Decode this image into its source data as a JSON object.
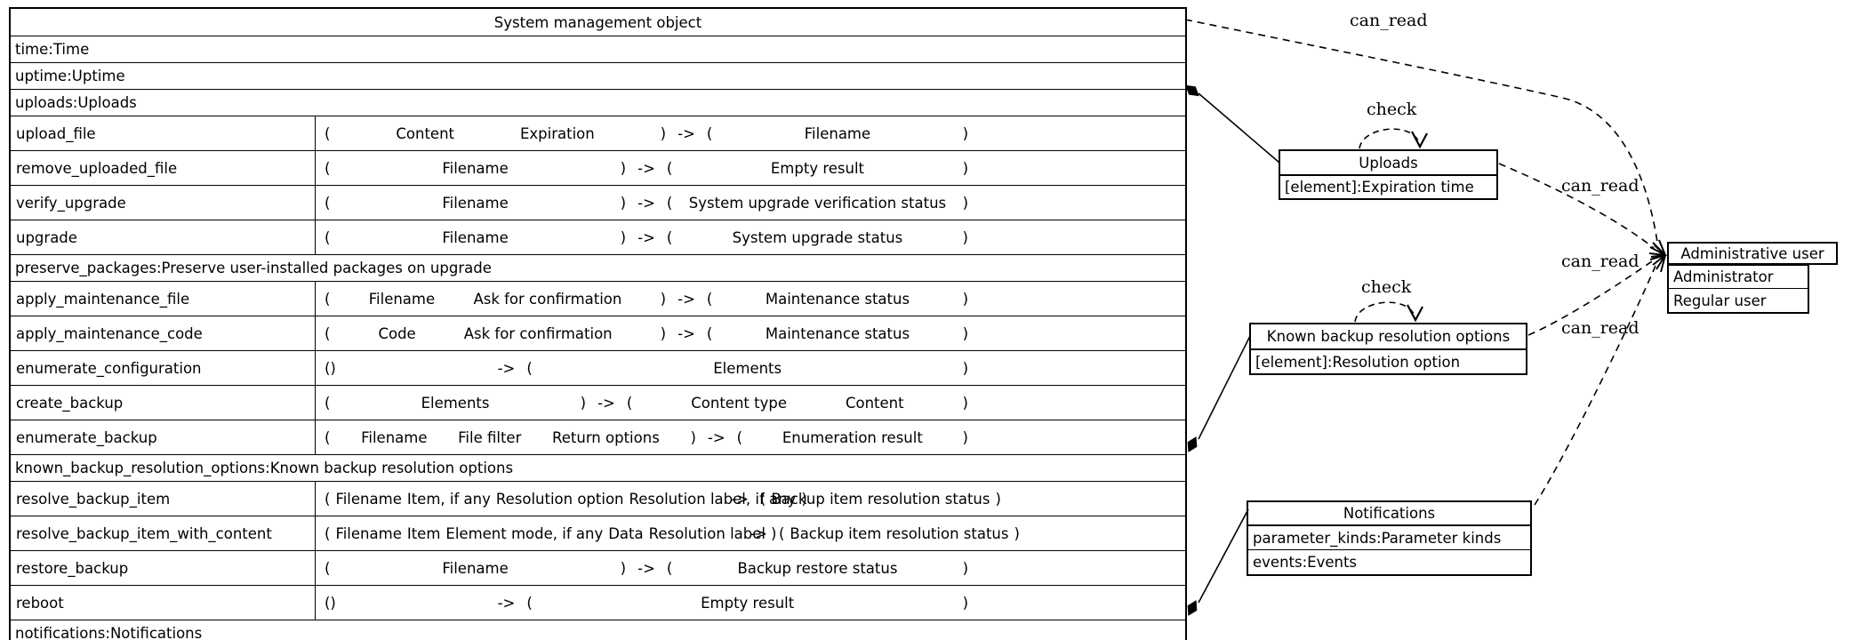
{
  "main_table": {
    "title": "System management object",
    "rows": [
      {
        "kind": "attribute",
        "text": "time:Time"
      },
      {
        "kind": "attribute",
        "text": "uptime:Uptime"
      },
      {
        "kind": "attribute",
        "text": "uploads:Uploads"
      },
      {
        "kind": "method",
        "name": "upload_file",
        "sig_in": [
          "(",
          "Content",
          "Expiration",
          ")"
        ],
        "arrow": "->",
        "sig_out": [
          "(",
          "Filename",
          ")"
        ]
      },
      {
        "kind": "method",
        "name": "remove_uploaded_file",
        "sig_in": [
          "(",
          "Filename",
          ")"
        ],
        "arrow": "->",
        "sig_out": [
          "(",
          "Empty result",
          ")"
        ]
      },
      {
        "kind": "method",
        "name": "verify_upgrade",
        "sig_in": [
          "(",
          "Filename",
          ")"
        ],
        "arrow": "->",
        "sig_out": [
          "(",
          "System upgrade verification status",
          ")"
        ]
      },
      {
        "kind": "method",
        "name": "upgrade",
        "sig_in": [
          "(",
          "Filename",
          ")"
        ],
        "arrow": "->",
        "sig_out": [
          "(",
          "System upgrade status",
          ")"
        ]
      },
      {
        "kind": "attribute",
        "text": "preserve_packages:Preserve user-installed packages on upgrade"
      },
      {
        "kind": "method",
        "name": "apply_maintenance_file",
        "sig_in": [
          "(",
          "Filename",
          "Ask for confirmation",
          ")"
        ],
        "arrow": "->",
        "sig_out": [
          "(",
          "Maintenance status",
          ")"
        ]
      },
      {
        "kind": "method",
        "name": "apply_maintenance_code",
        "sig_in": [
          "(",
          "Code",
          "Ask for confirmation",
          ")"
        ],
        "arrow": "->",
        "sig_out": [
          "(",
          "Maintenance status",
          ")"
        ]
      },
      {
        "kind": "method",
        "name": "enumerate_configuration",
        "sig_in": [
          "()"
        ],
        "arrow": "->",
        "sig_out": [
          "(",
          "Elements",
          ")"
        ]
      },
      {
        "kind": "method",
        "name": "create_backup",
        "sig_in": [
          "(",
          "Elements",
          ")"
        ],
        "arrow": "->",
        "sig_out": [
          "(",
          "Content type",
          "Content",
          ")"
        ]
      },
      {
        "kind": "method",
        "name": "enumerate_backup",
        "sig_in": [
          "(",
          "Filename",
          "File filter",
          "Return options",
          ")"
        ],
        "arrow": "->",
        "sig_out": [
          "(",
          "Enumeration result",
          ")"
        ]
      },
      {
        "kind": "attribute",
        "text": "known_backup_resolution_options:Known backup resolution options"
      },
      {
        "kind": "method",
        "name": "resolve_backup_item",
        "sig_in": [
          "(",
          "Filename",
          "Item, if any",
          "Resolution option",
          "Resolution label, if any",
          ")"
        ],
        "arrow": "->",
        "sig_out": [
          "(",
          "Backup item resolution status",
          ")"
        ]
      },
      {
        "kind": "method",
        "name": "resolve_backup_item_with_content",
        "sig_in": [
          "(",
          "Filename",
          "Item",
          "Element mode, if any",
          "Data",
          "Resolution label",
          ")"
        ],
        "arrow": "->",
        "sig_out": [
          "(",
          "Backup item resolution status",
          ")"
        ]
      },
      {
        "kind": "method",
        "name": "restore_backup",
        "sig_in": [
          "(",
          "Filename",
          ")"
        ],
        "arrow": "->",
        "sig_out": [
          "(",
          "Backup restore status",
          ")"
        ]
      },
      {
        "kind": "method",
        "name": "reboot",
        "sig_in": [
          "()"
        ],
        "arrow": "->",
        "sig_out": [
          "(",
          "Empty result",
          ")"
        ]
      },
      {
        "kind": "attribute",
        "text": "notifications:Notifications"
      }
    ]
  },
  "nodes": {
    "uploads": {
      "title": "Uploads",
      "attrs": [
        "[element]:Expiration time"
      ]
    },
    "known_backup_resolution_options": {
      "title": "Known backup resolution options",
      "attrs": [
        "[element]:Resolution option"
      ]
    },
    "notifications": {
      "title": "Notifications",
      "attrs": [
        "parameter_kinds:Parameter kinds",
        "events:Events"
      ]
    },
    "administrative_user": {
      "title": "Administrative user",
      "attrs": [
        "Administrator",
        "Regular user"
      ]
    }
  },
  "edge_labels": {
    "can_read_top": "can_read",
    "can_read_uploads": "can_read",
    "can_read_middle": "can_read",
    "can_read_bottom": "can_read",
    "check_uploads": "check",
    "check_backup": "check"
  },
  "colors": {
    "line": "#000000",
    "background": "#ffffff"
  }
}
